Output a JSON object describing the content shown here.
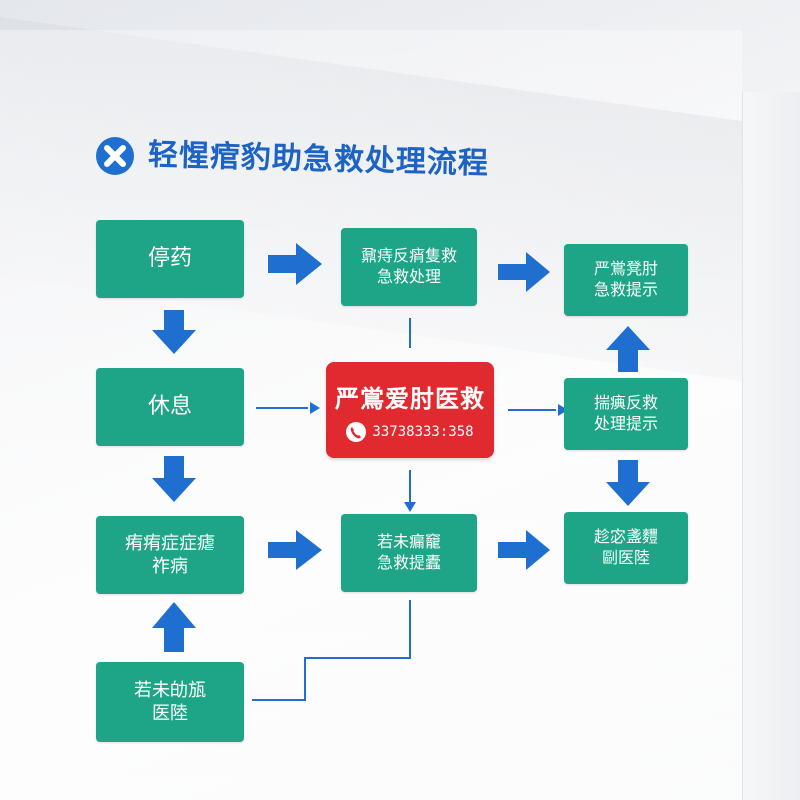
{
  "title": "轻惺痯豹助急救处理流程",
  "colors": {
    "box_green": "#1ea486",
    "alert_red": "#e02a2f",
    "arrow_blue": "#1f6fd1",
    "title_blue": "#1d63c4"
  },
  "icons": {
    "title": "close-x-icon",
    "phone": "phone-icon"
  },
  "boxes": {
    "stop_medication": {
      "line1": "停药"
    },
    "rest": {
      "line1": "休息"
    },
    "symptoms": {
      "line1": "痏痏症症瘧",
      "line2": "祚病"
    },
    "if_not_improved": {
      "line1": "若未劰瓬",
      "line2": "医陸"
    },
    "severe_reaction": {
      "line1": "鼐痔反痟隻救",
      "line2": "急救处理"
    },
    "not_relieved": {
      "line1": "若未瘺竉",
      "line2": "急救提蠹"
    },
    "top_right": {
      "line1": "严鴬凳肘",
      "line2": "急救提示"
    },
    "mid_right": {
      "line1": "揣痶反救",
      "line2": "处理提示"
    },
    "bottom_right": {
      "line1": "趁宓盞麷",
      "line2": "剾医陸"
    }
  },
  "emergency": {
    "title": "严鴬爱肘医救",
    "phone": "33738333:358"
  }
}
